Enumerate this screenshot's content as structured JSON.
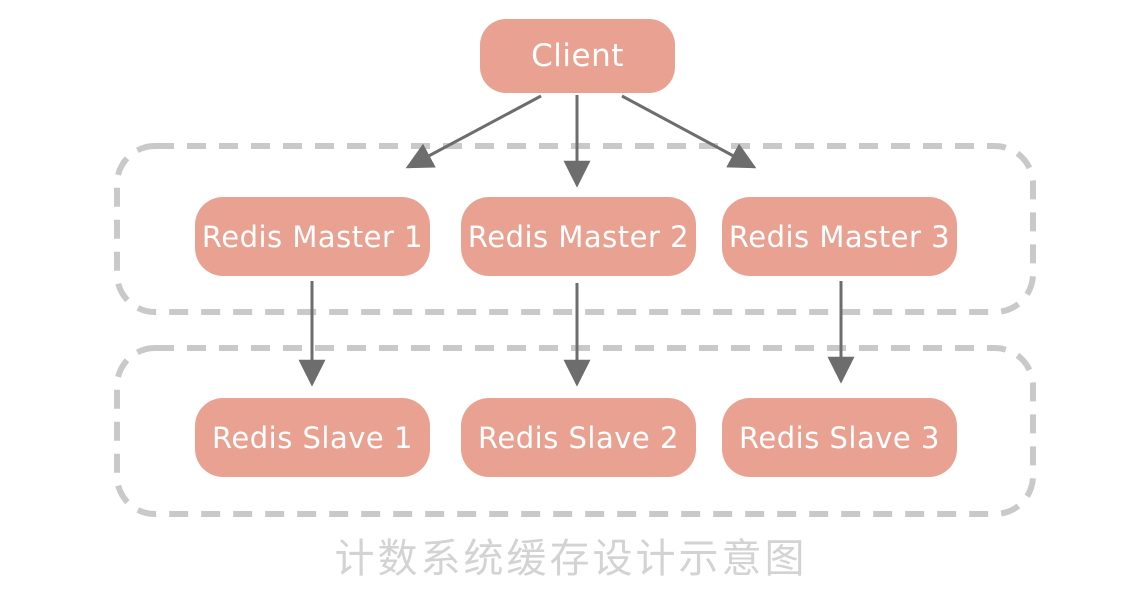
{
  "colors": {
    "node_fill": "#e9a292",
    "node_text": "#ffffff",
    "arrow": "#6d6d6d",
    "cluster_border": "#c9c9c9",
    "caption": "#d3d3d3",
    "background": "#ffffff"
  },
  "client": {
    "label": "Client"
  },
  "masters": [
    {
      "label": "Redis Master 1"
    },
    {
      "label": "Redis Master 2"
    },
    {
      "label": "Redis Master 3"
    }
  ],
  "slaves": [
    {
      "label": "Redis Slave 1"
    },
    {
      "label": "Redis Slave 2"
    },
    {
      "label": "Redis Slave 3"
    }
  ],
  "caption": "计数系统缓存设计示意图",
  "edges": [
    {
      "from": "client",
      "to": "redis-master-1"
    },
    {
      "from": "client",
      "to": "redis-master-2"
    },
    {
      "from": "client",
      "to": "redis-master-3"
    },
    {
      "from": "redis-master-1",
      "to": "redis-slave-1"
    },
    {
      "from": "redis-master-2",
      "to": "redis-slave-2"
    },
    {
      "from": "redis-master-3",
      "to": "redis-slave-3"
    }
  ]
}
